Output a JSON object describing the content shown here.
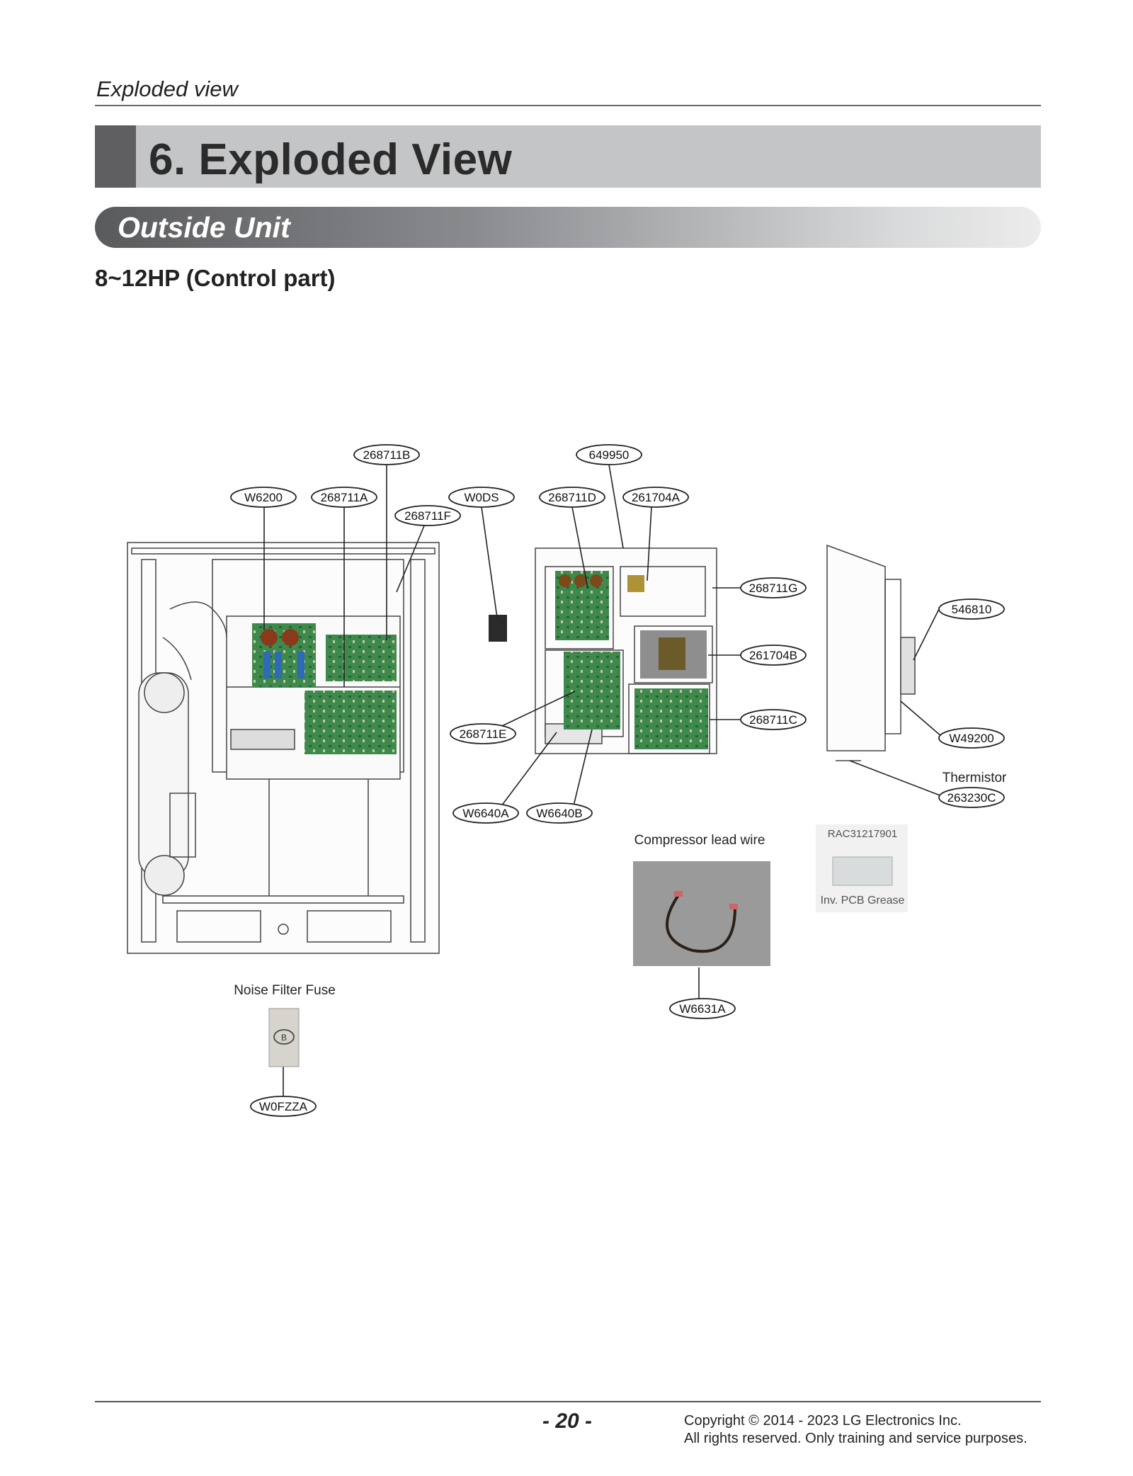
{
  "header": {
    "section_label": "Exploded view"
  },
  "title": "6. Exploded View",
  "subtitle": "Outside Unit",
  "section_title": "8~12HP (Control part)",
  "callouts": {
    "c268711B": "268711B",
    "c649950": "649950",
    "cW6200": "W6200",
    "c268711A": "268711A",
    "cW0DS": "W0DS",
    "c268711D": "268711D",
    "c261704A": "261704A",
    "c268711F": "268711F",
    "c268711G": "268711G",
    "c546810": "546810",
    "c261704B": "261704B",
    "c268711E": "268711E",
    "c268711C": "268711C",
    "cW49200": "W49200",
    "c263230C": "263230C",
    "cW6640A": "W6640A",
    "cW6640B": "W6640B",
    "cW6631A": "W6631A",
    "cW0FZZA": "W0FZZA"
  },
  "labels": {
    "thermistor": "Thermistor",
    "compressor_lead_wire": "Compressor lead wire",
    "noise_filter_fuse": "Noise Filter Fuse",
    "grease_code": "RAC31217901",
    "grease_name": "Inv. PCB Grease",
    "fuse_marking": "B"
  },
  "footer": {
    "page_number": "- 20 -",
    "copyright_line1": "Copyright © 2014 - 2023 LG Electronics Inc.",
    "copyright_line2": "All rights reserved. Only training and service purposes."
  },
  "colors": {
    "title_band": "#c4c5c7",
    "title_accent": "#5f5f61",
    "pcb_green": "#3d8a4c"
  }
}
